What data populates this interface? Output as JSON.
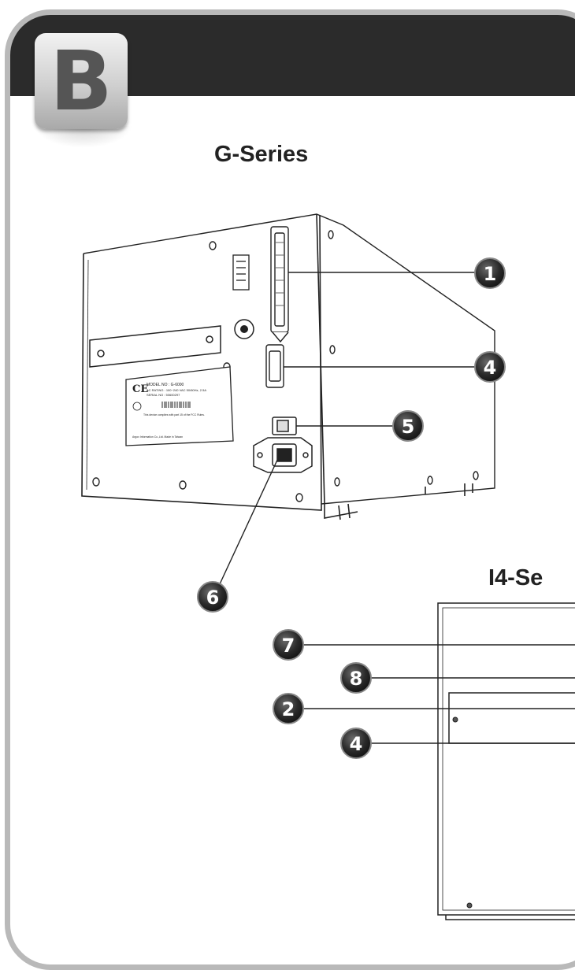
{
  "section_badge": {
    "letter": "B"
  },
  "g_series": {
    "title": "G-Series",
    "label": {
      "model_line": "MODEL NO : G-6000",
      "rating_line": "AC RATING : 100~240 VAC 50/60Hz, 2.5A",
      "serial_line": "SERIAL NO : 50600297",
      "fcc_text": "This device complies with part 15 of the FCC Rules.",
      "maker_line": "Argox Information Co.,Ltd.   Made in Taiwan"
    },
    "callouts": [
      "1",
      "4",
      "5",
      "6"
    ]
  },
  "i4_series": {
    "title": "I4-Se",
    "callouts": [
      "7",
      "8",
      "2",
      "4"
    ]
  }
}
